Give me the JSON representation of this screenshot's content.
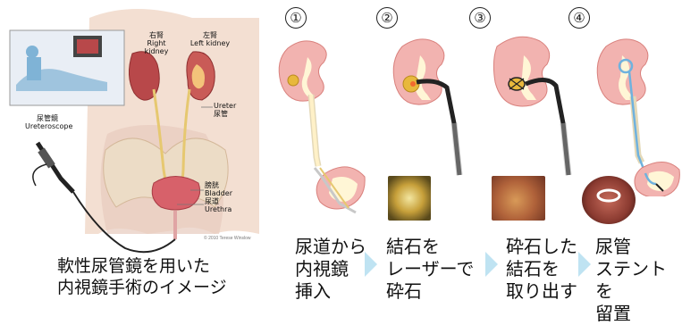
{
  "anatomy": {
    "right_kidney_jp": "右腎",
    "right_kidney_en": "Right kidney",
    "left_kidney_jp": "左腎",
    "left_kidney_en": "Left kidney",
    "ureter_en": "Ureter",
    "ureter_jp": "尿管",
    "ureteroscope_jp": "尿管鏡",
    "ureteroscope_en": "Ureteroscope",
    "bladder_jp": "膀胱",
    "bladder_en": "Bladder",
    "urethra_jp": "尿道",
    "urethra_en": "Urethra",
    "caption": "軟性尿管鏡を用いた\n内視鏡手術のイメージ"
  },
  "steps": [
    {
      "number": "①",
      "caption": "尿道から\n内視鏡\n挿入"
    },
    {
      "number": "②",
      "caption": "結石を\nレーザーで\n砕石"
    },
    {
      "number": "③",
      "caption": "砕石した\n結石を\n取り出す"
    },
    {
      "number": "④",
      "caption": "尿管\nステントを\n留置"
    }
  ],
  "colors": {
    "kidney": "#f2b3b0",
    "kidney_outline": "#d9817d",
    "calyx": "#fff6d6",
    "stone": "#e8b83c",
    "scope": "#222222",
    "ureter": "#fff1c8",
    "arrow": "#bfe3f2",
    "stent": "#6fb2de"
  }
}
